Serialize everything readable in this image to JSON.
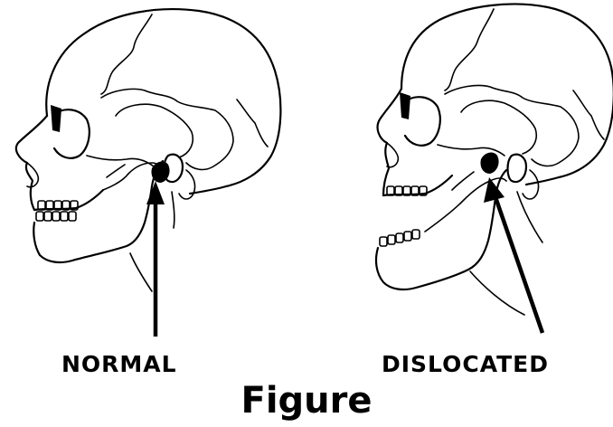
{
  "figure": {
    "caption": "Figure",
    "panels": [
      {
        "label": "NORMAL"
      },
      {
        "label": "DISLOCATED"
      }
    ]
  }
}
